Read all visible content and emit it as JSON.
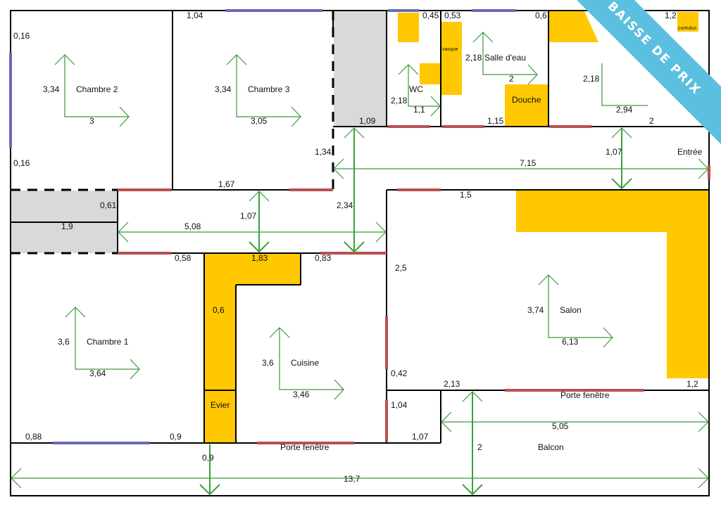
{
  "rooms": {
    "chambre2": {
      "name": "Chambre 2",
      "h": "3,34",
      "w": "3"
    },
    "chambre3": {
      "name": "Chambre 3",
      "h": "3,34",
      "w": "3,05"
    },
    "wc": {
      "name": "WC",
      "h": "2,18",
      "w": "1,1"
    },
    "salle_eau": {
      "name": "Salle d'eau",
      "h": "2,18",
      "w": "2"
    },
    "room_ne": {
      "h": "2,18",
      "w": "2,94"
    },
    "chambre1": {
      "name": "Chambre 1",
      "h": "3,6",
      "w": "3,64"
    },
    "cuisine": {
      "name": "Cuisine",
      "h": "3,6",
      "w": "3,46"
    },
    "salon": {
      "name": "Salon",
      "h": "3,74",
      "w": "6,13"
    },
    "balcon": {
      "name": "Balcon",
      "h": "2",
      "w": "5,05"
    },
    "entree": {
      "name": "Entrée"
    }
  },
  "fixtures": {
    "vasque": "vasque",
    "douche": "Douche",
    "cumulus": "cumulus",
    "evier": "Evier"
  },
  "labels": {
    "porte_fenetre_salon": "Porte fenêtre",
    "porte_fenetre_cuisine": "Porte fenêtre"
  },
  "dimensions": {
    "d0_16a": "0,16",
    "d0_16b": "0,16",
    "d1_04": "1,04",
    "d0_45": "0,45",
    "d0_53": "0,53",
    "d0_6top": "0,6",
    "d1_2top": "1,2",
    "d1_15": "1,15",
    "d2ne": "2",
    "d1_09": "1,09",
    "d1_34": "1,34",
    "d1_07ne": "1,07",
    "d7_15": "7,15",
    "d1_67": "1,67",
    "d0_61": "0,61",
    "d1_9": "1,9",
    "d1_07hall": "1,07",
    "d5_08": "5,08",
    "d2_34": "2,34",
    "d1_5": "1,5",
    "d0_58": "0,58",
    "d1_83": "1,83",
    "d0_83": "0,83",
    "d2_5": "2,5",
    "d0_6k": "0,6",
    "d0_42": "0,42",
    "d2_13": "2,13",
    "d1_2salon": "1,2",
    "d1_04k": "1,04",
    "d0_88": "0,88",
    "d0_9a": "0,9",
    "d1_07k": "1,07",
    "d0_9b": "0,9",
    "d13_7": "13,7"
  },
  "banner": "BAISSE DE PRIX",
  "colors": {
    "wall": "#000000",
    "door": "#b85050",
    "window": "#6a6ab8",
    "dimension": "#3a9a3a",
    "fixture": "#ffc800",
    "banner": "#5bbfdf"
  }
}
